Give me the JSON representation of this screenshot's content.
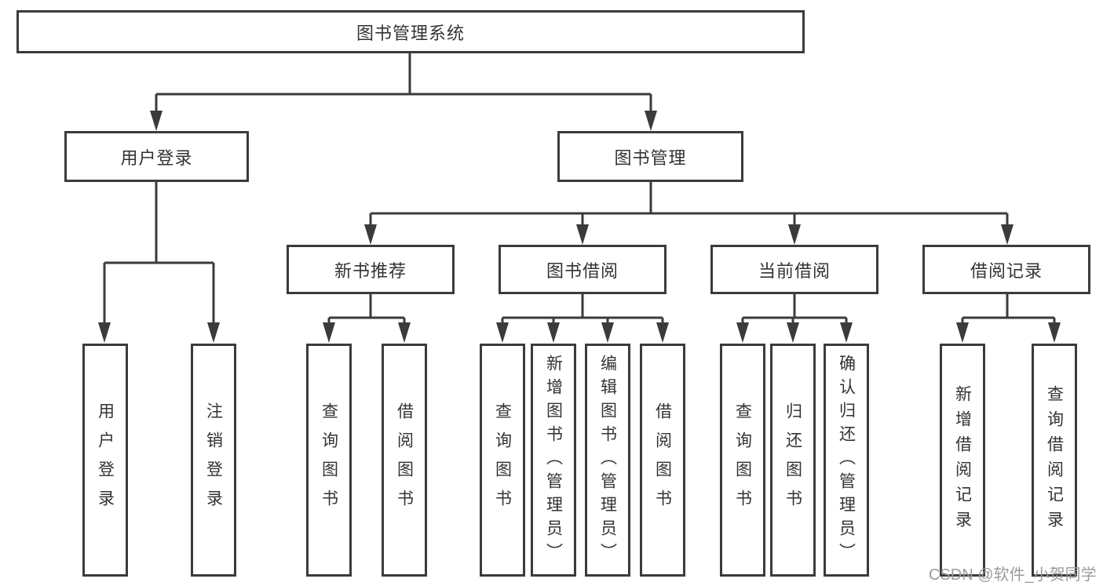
{
  "diagram": {
    "nodes": {
      "root": {
        "label": "图书管理系统"
      },
      "user_login": {
        "label": "用户登录"
      },
      "book_mgmt": {
        "label": "图书管理"
      },
      "new_book": {
        "label": "新书推荐"
      },
      "book_borrow": {
        "label": "图书借阅"
      },
      "current_borrow": {
        "label": "当前借阅"
      },
      "borrow_record": {
        "label": "借阅记录"
      },
      "leaf_user_login": {
        "label": "用户登录"
      },
      "leaf_logout": {
        "label": "注销登录"
      },
      "leaf_query_book_a": {
        "label": "查询图书"
      },
      "leaf_borrow_book_a": {
        "label": "借阅图书"
      },
      "leaf_query_book_b": {
        "label": "查询图书"
      },
      "leaf_add_book": {
        "label": "新增图书（管理员）"
      },
      "leaf_edit_book": {
        "label": "编辑图书（管理员）"
      },
      "leaf_borrow_book_b": {
        "label": "借阅图书"
      },
      "leaf_query_book_c": {
        "label": "查询图书"
      },
      "leaf_return_book": {
        "label": "归还图书"
      },
      "leaf_confirm_return": {
        "label": "确认归还（管理员）"
      },
      "leaf_add_record": {
        "label": "新增借阅记录"
      },
      "leaf_query_record": {
        "label": "查询借阅记录"
      }
    },
    "line_color": "#3b3b3b",
    "text_color": "#333333"
  },
  "watermark": {
    "text": "CSDN @软件_小贺同学"
  }
}
